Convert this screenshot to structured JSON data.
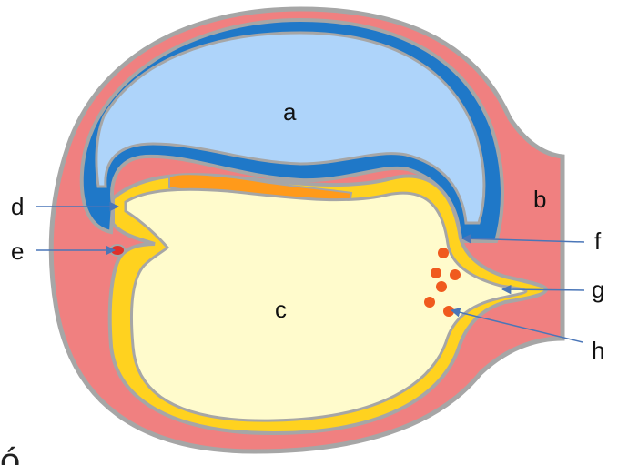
{
  "labels": {
    "a": "a",
    "b": "b",
    "c": "c",
    "d": "d",
    "e": "e",
    "f": "f",
    "g": "g",
    "h": "h"
  },
  "corner_text": "ó",
  "colors": {
    "outer_tissue": "#f08080",
    "outline": "#a6a6a6",
    "amnion_layer": "#1f78c8",
    "amniotic_cavity": "#aed4fa",
    "yolk_sac": "#fffbcc",
    "yolk_layer": "#ffd21f",
    "embryonic_orange": "#ff9a1a",
    "cells": "#f05a1e",
    "pointer_lines": "#4a76b8"
  }
}
